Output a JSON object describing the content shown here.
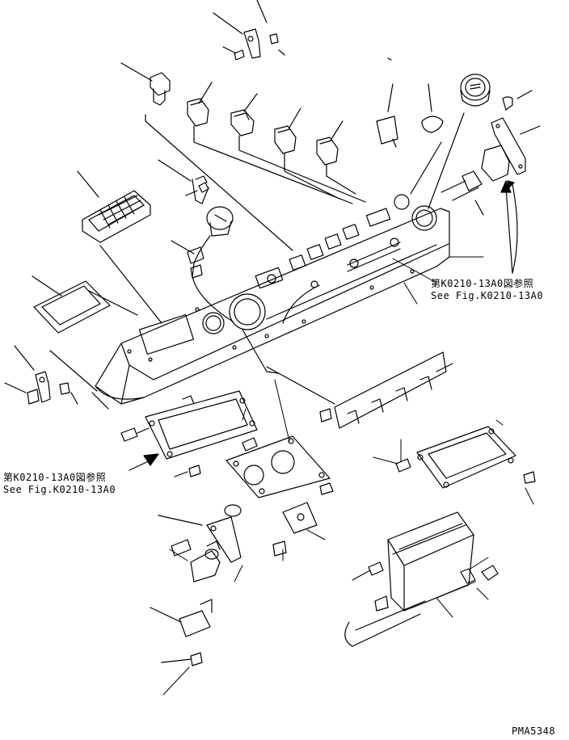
{
  "references": {
    "right_jp": "第K0210-13A0図参照",
    "right_en": "See Fig.K0210-13A0",
    "left_jp": "第K0210-13A0図参照",
    "left_en": "See Fig.K0210-13A0"
  },
  "drawing_number": "PMA5348"
}
